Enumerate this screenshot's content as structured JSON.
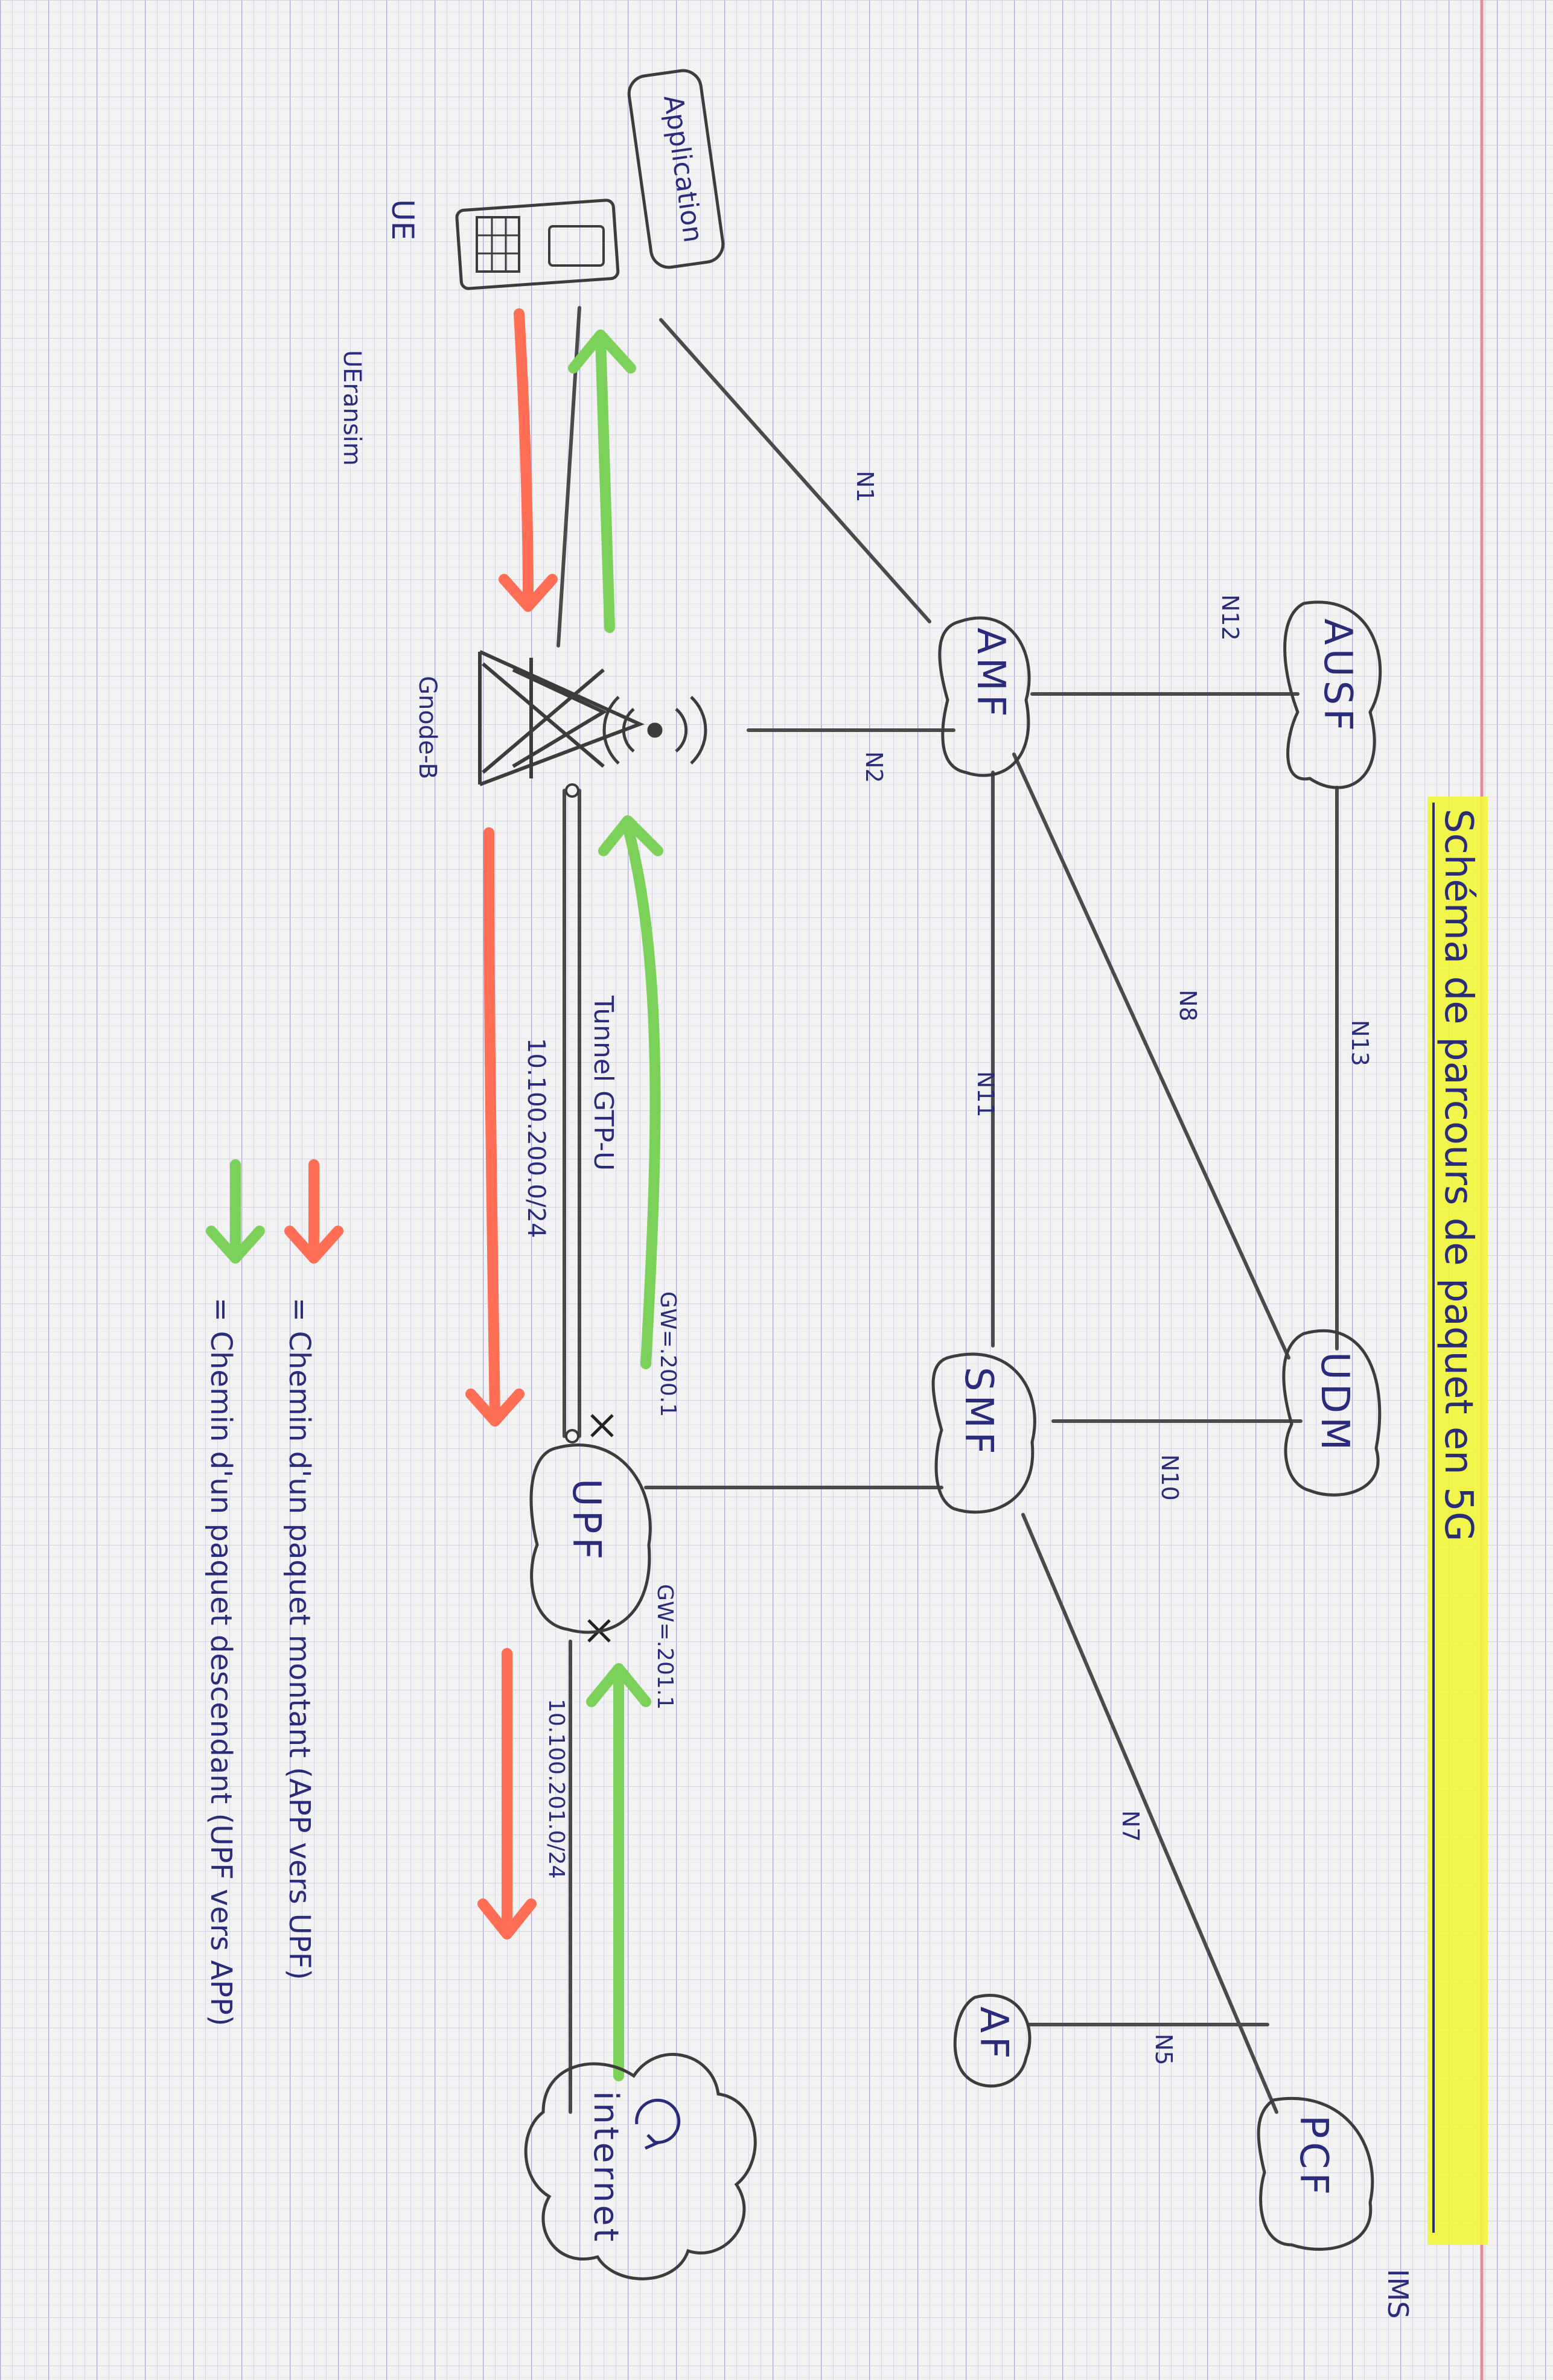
{
  "title": "Schéma de parcours de paquet en 5G",
  "colors": {
    "ink": "#2a2b7a",
    "line": "#4a4a4a",
    "uplink_arrow": "#ff6e55",
    "downlink_arrow": "#7cd15a",
    "highlight": "#f2f53a",
    "paper": "#f3f2f3",
    "margin_line": "#e98a98",
    "grid": "#c9c9dd"
  },
  "nodes": {
    "ausf": "AUSF",
    "udm": "UDM",
    "pcf": "PCF",
    "amf": "AMF",
    "smf": "SMF",
    "af": "AF",
    "upf": "UPF",
    "internet": "internet",
    "application": "Application",
    "ue": "UE",
    "ueransim": "UEransim",
    "gnodeb": "Gnode-B",
    "ims": "IMS"
  },
  "interfaces": {
    "n13": "N13",
    "n8": "N8",
    "n11": "N11",
    "n10": "N10",
    "n7": "N7",
    "n5": "N5",
    "n12": "N12",
    "n1": "N1",
    "n2": "N2"
  },
  "tunnel": {
    "label": "Tunnel GTP-U",
    "subnet": "10.100.200.0/24",
    "gateway": "GW=.200.1"
  },
  "n6": {
    "gateway": "GW=.201.1",
    "subnet": "10.100.201.0/24"
  },
  "legend": {
    "uplink": "= Chemin d'un paquet montant (APP vers UPF)",
    "downlink": "= Chemin d'un paquet descendant (UPF vers APP)"
  },
  "icons": [
    "ue-phone-icon",
    "gnodeb-tower-icon",
    "radio-waves-icon",
    "refresh-icon"
  ]
}
